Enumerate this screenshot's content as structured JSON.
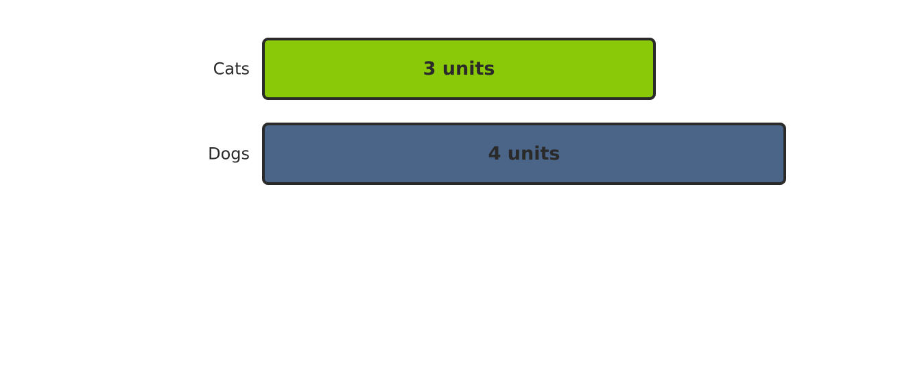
{
  "chart_data": {
    "type": "bar",
    "orientation": "horizontal",
    "categories": [
      "Cats",
      "Dogs"
    ],
    "values": [
      3,
      4
    ],
    "value_labels": [
      "3 units",
      "4 units"
    ],
    "colors": [
      "#8ac907",
      "#4a6588"
    ],
    "xlim": [
      0,
      4
    ],
    "grid": false,
    "title": "",
    "xlabel": "",
    "ylabel": ""
  }
}
